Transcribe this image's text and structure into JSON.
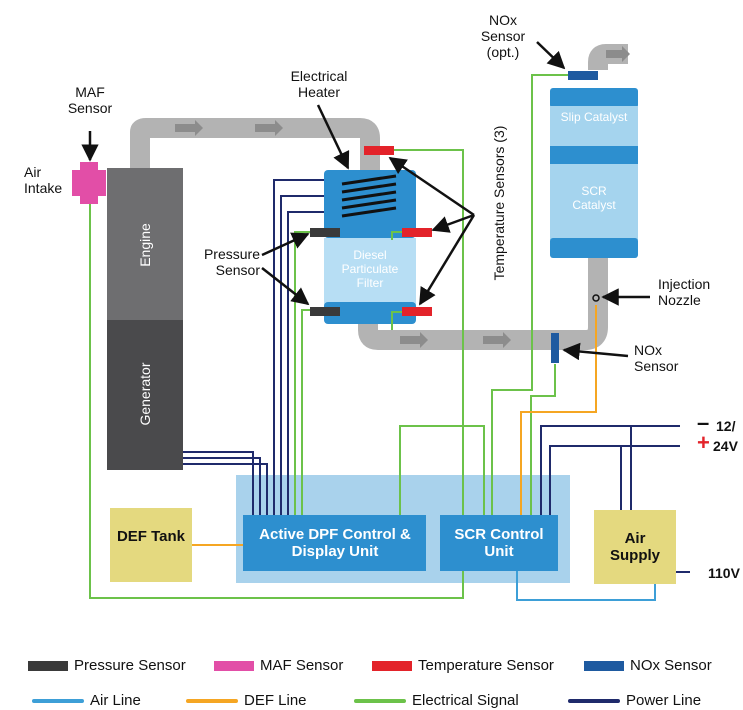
{
  "colors": {
    "pipe": "#b3b3b3",
    "pipe_arrow": "#8c8c8c",
    "engine": "#6e6e70",
    "generator": "#4a4a4c",
    "blue": "#2d8fcf",
    "light_blue": "#a5d4ee",
    "mid_blue": "#3a97d4",
    "dpf_light": "#b7def4",
    "def_tank": "#e4d97f",
    "control_bg": "#a9d2ec",
    "pressure": "#3a3a3a",
    "maf": "#e24ea7",
    "temperature": "#e3232a",
    "nox": "#1e5aa0",
    "air_line": "#3d9fd7",
    "def_line": "#f5a623",
    "electrical": "#6cc24a",
    "power": "#1f2a6b"
  },
  "labels": {
    "maf_sensor": "MAF Sensor",
    "air_intake": "Air Intake",
    "electrical_heater": "Electrical Heater",
    "pressure_sensor": "Pressure Sensor",
    "temperature_sensors": "Temperature Sensors (3)",
    "nox_sensor_opt": "NOx Sensor (opt.)",
    "injection_nozzle": "Injection Nozzle",
    "nox_sensor": "NOx Sensor",
    "power_12": "12/",
    "power_24": "24V",
    "power_110": "110V",
    "minus": "–",
    "plus": "+"
  },
  "components": {
    "engine": "Engine",
    "generator": "Generator",
    "dpf": "Diesel Particulate Filter",
    "slip_catalyst": "Slip Catalyst",
    "scr_catalyst": "SCR Catalyst",
    "def_tank": "DEF Tank",
    "active_dpf": "Active DPF Control & Display Unit",
    "scr_control": "SCR Control Unit",
    "air_supply": "Air Supply"
  },
  "legend": {
    "row1": [
      {
        "label": "Pressure Sensor",
        "color": "#3a3a3a"
      },
      {
        "label": "MAF Sensor",
        "color": "#e24ea7"
      },
      {
        "label": "Temperature Sensor",
        "color": "#e3232a"
      },
      {
        "label": "NOx Sensor",
        "color": "#1e5aa0"
      }
    ],
    "row2": [
      {
        "label": "Air Line",
        "color": "#3d9fd7"
      },
      {
        "label": "DEF Line",
        "color": "#f5a623"
      },
      {
        "label": "Electrical Signal",
        "color": "#6cc24a"
      },
      {
        "label": "Power Line",
        "color": "#1f2a6b"
      }
    ]
  }
}
